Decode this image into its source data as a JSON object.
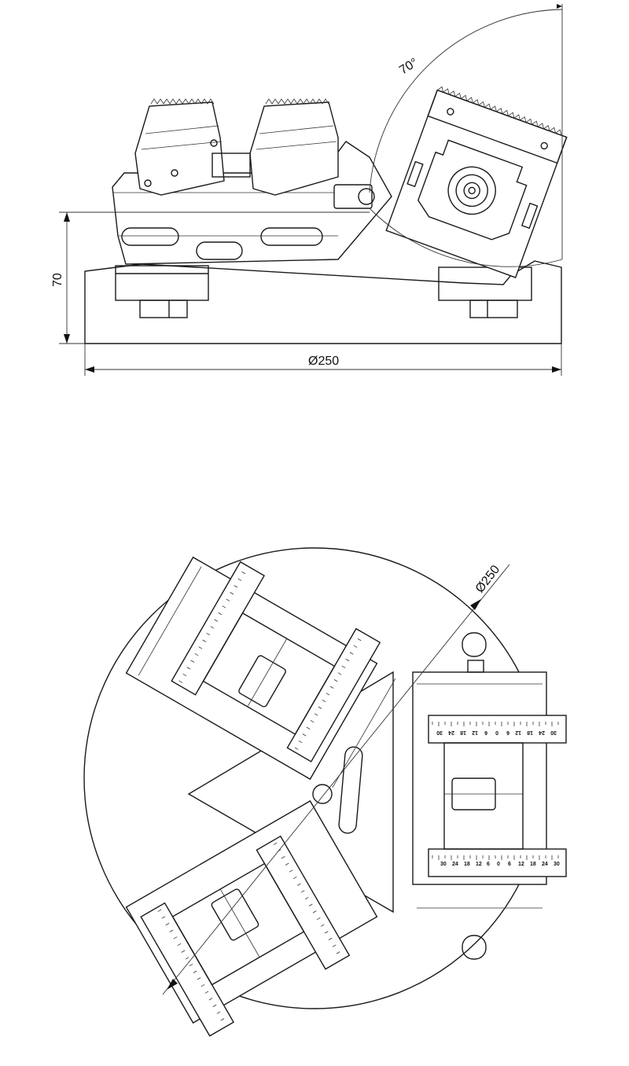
{
  "drawing": {
    "side_view": {
      "angle_label": "70°",
      "height_label": "70",
      "diameter_label": "Ø250"
    },
    "top_view": {
      "diameter_label": "Ø250",
      "scale_upper": [
        "30",
        "24",
        "18",
        "12",
        "6",
        "0",
        "6",
        "12",
        "18",
        "24",
        "30"
      ],
      "scale_lower": [
        "30",
        "24",
        "18",
        "12",
        "6",
        "0",
        "6",
        "12",
        "18",
        "24",
        "30"
      ]
    }
  },
  "colors": {
    "line": "#1a1a1a",
    "background": "#ffffff"
  }
}
